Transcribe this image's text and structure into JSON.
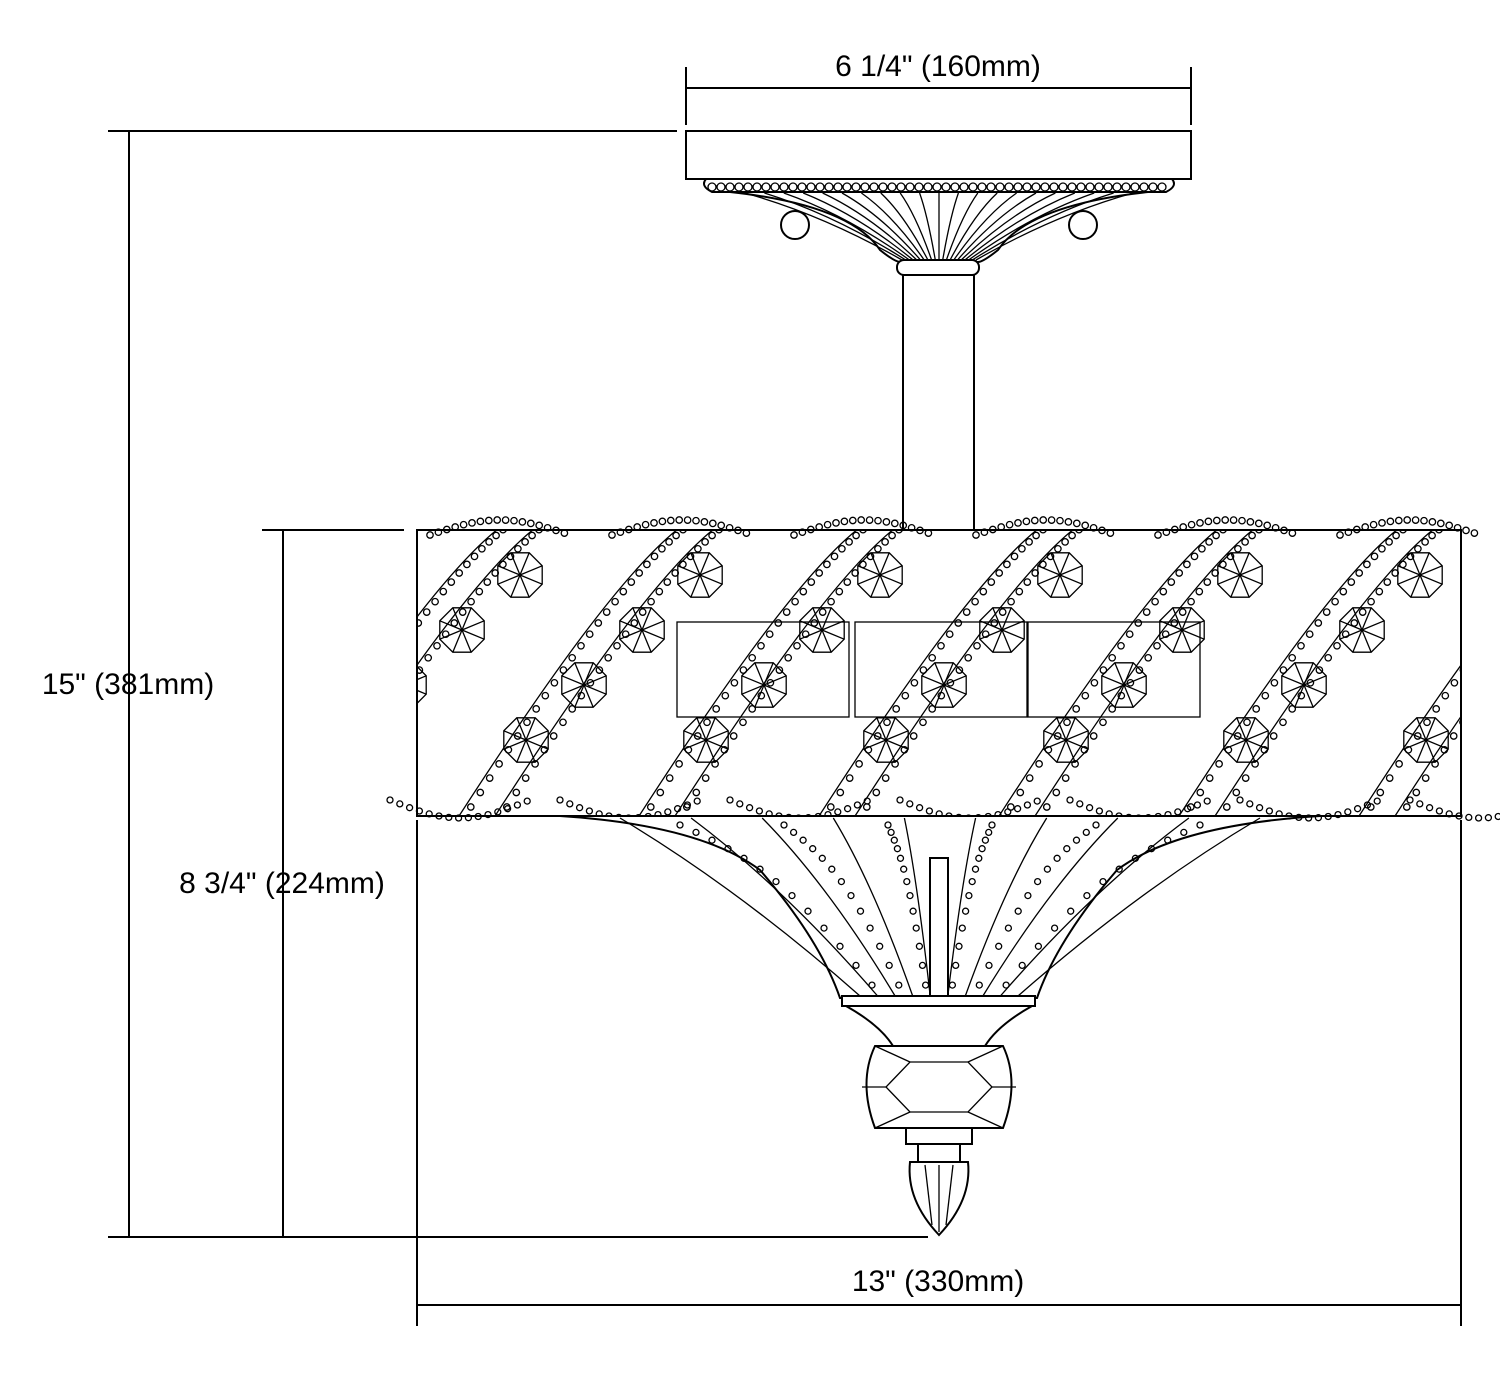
{
  "dimensions": {
    "canopy_width": "6 1/4\" (160mm)",
    "overall_height": "15\" (381mm)",
    "shade_height": "8 3/4\" (224mm)",
    "shade_width": "13\" (330mm)"
  },
  "colors": {
    "line": "#000000",
    "background": "#ffffff"
  }
}
